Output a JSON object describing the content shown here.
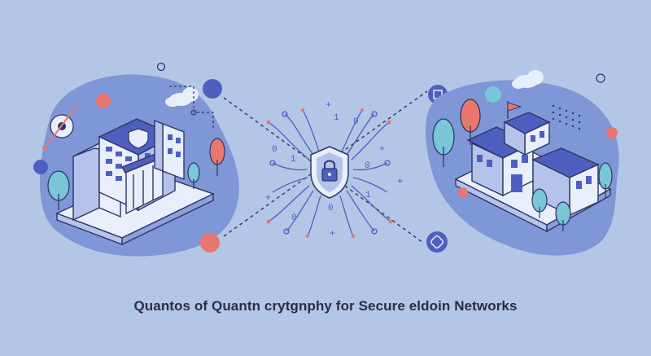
{
  "caption": "Quantos of Quantn crytgnphy for Secure eldoin Networks",
  "glyphs": {
    "binary_0": "0",
    "binary_1": "1",
    "plus": "+"
  },
  "colors": {
    "background": "#b4c6e6",
    "blob": "#7f97d6",
    "building_front": "#e9eefb",
    "building_side": "#b5c3ec",
    "roof": "#4f5fbf",
    "outline": "#2f3566",
    "coral": "#e8786e",
    "teal": "#78c6d6",
    "navy": "#4a55b3"
  },
  "icons": [
    "shield-lock-icon",
    "padlock-icon",
    "cloud-icon",
    "tree-icon",
    "flag-icon",
    "gear-icon",
    "target-icon"
  ]
}
